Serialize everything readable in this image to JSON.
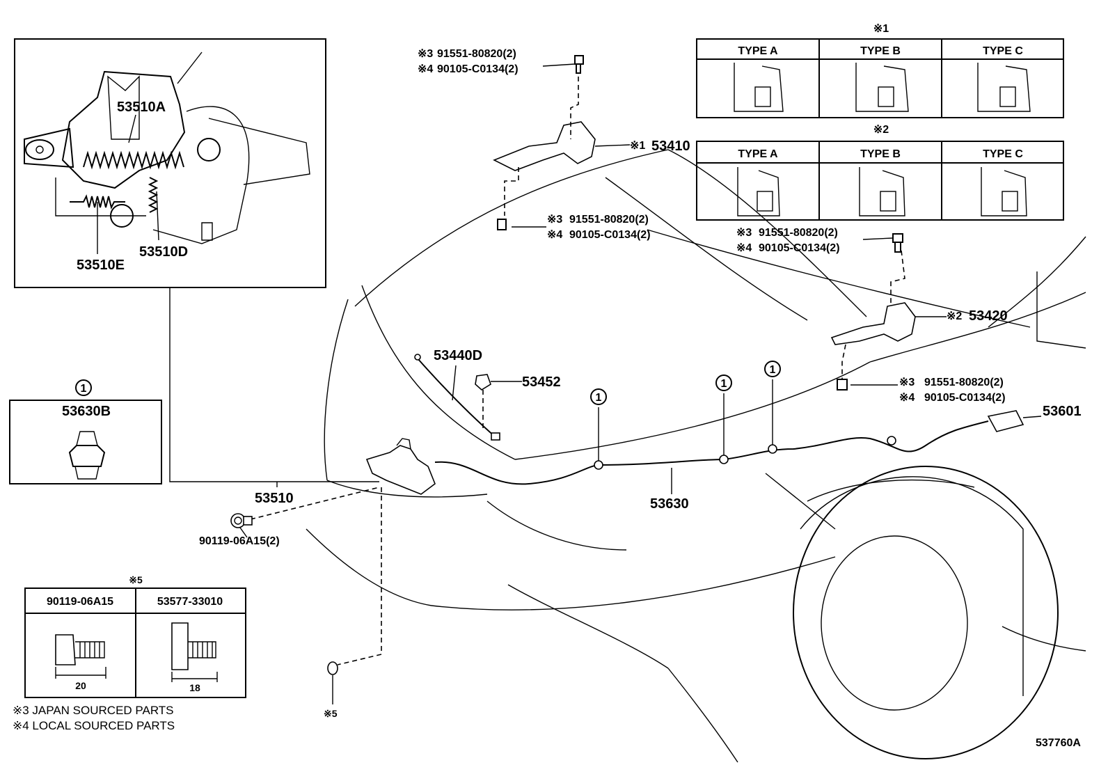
{
  "diagram_id": "537760A",
  "callouts": {
    "p53510A": "53510A",
    "p53510D": "53510D",
    "p53510E": "53510E",
    "p53510": "53510",
    "p53630B": "53630B",
    "p53410": "53410",
    "p53420": "53420",
    "p53440D": "53440D",
    "p53452": "53452",
    "p53630": "53630",
    "p53601": "53601",
    "bolt_06A15": "90119-06A15(2)",
    "hinge_top_l1": "91551-80820(2)",
    "hinge_top_l2": "90105-C0134(2)",
    "hinge_left_l1": "91551-80820(2)",
    "hinge_left_l2": "90105-C0134(2)",
    "hinge_right_top_l1": "91551-80820(2)",
    "hinge_right_top_l2": "90105-C0134(2)",
    "hinge_right_bot_l1": "91551-80820(2)",
    "hinge_right_bot_l2": "90105-C0134(2)"
  },
  "markers": {
    "x1": "※1",
    "x2": "※2",
    "x3": "※3",
    "x4": "※4",
    "x5": "※5",
    "circle_one": "1"
  },
  "type_tables": {
    "table1_title": "※1",
    "table2_title": "※2",
    "headers": [
      "TYPE A",
      "TYPE B",
      "TYPE C"
    ]
  },
  "x5_table": {
    "title": "※5",
    "col1": "90119-06A15",
    "col2": "53577-33010",
    "dim1": "20",
    "dim2": "18"
  },
  "notes": {
    "japan": "※3 JAPAN SOURCED PARTS",
    "local": "※4 LOCAL SOURCED PARTS"
  }
}
